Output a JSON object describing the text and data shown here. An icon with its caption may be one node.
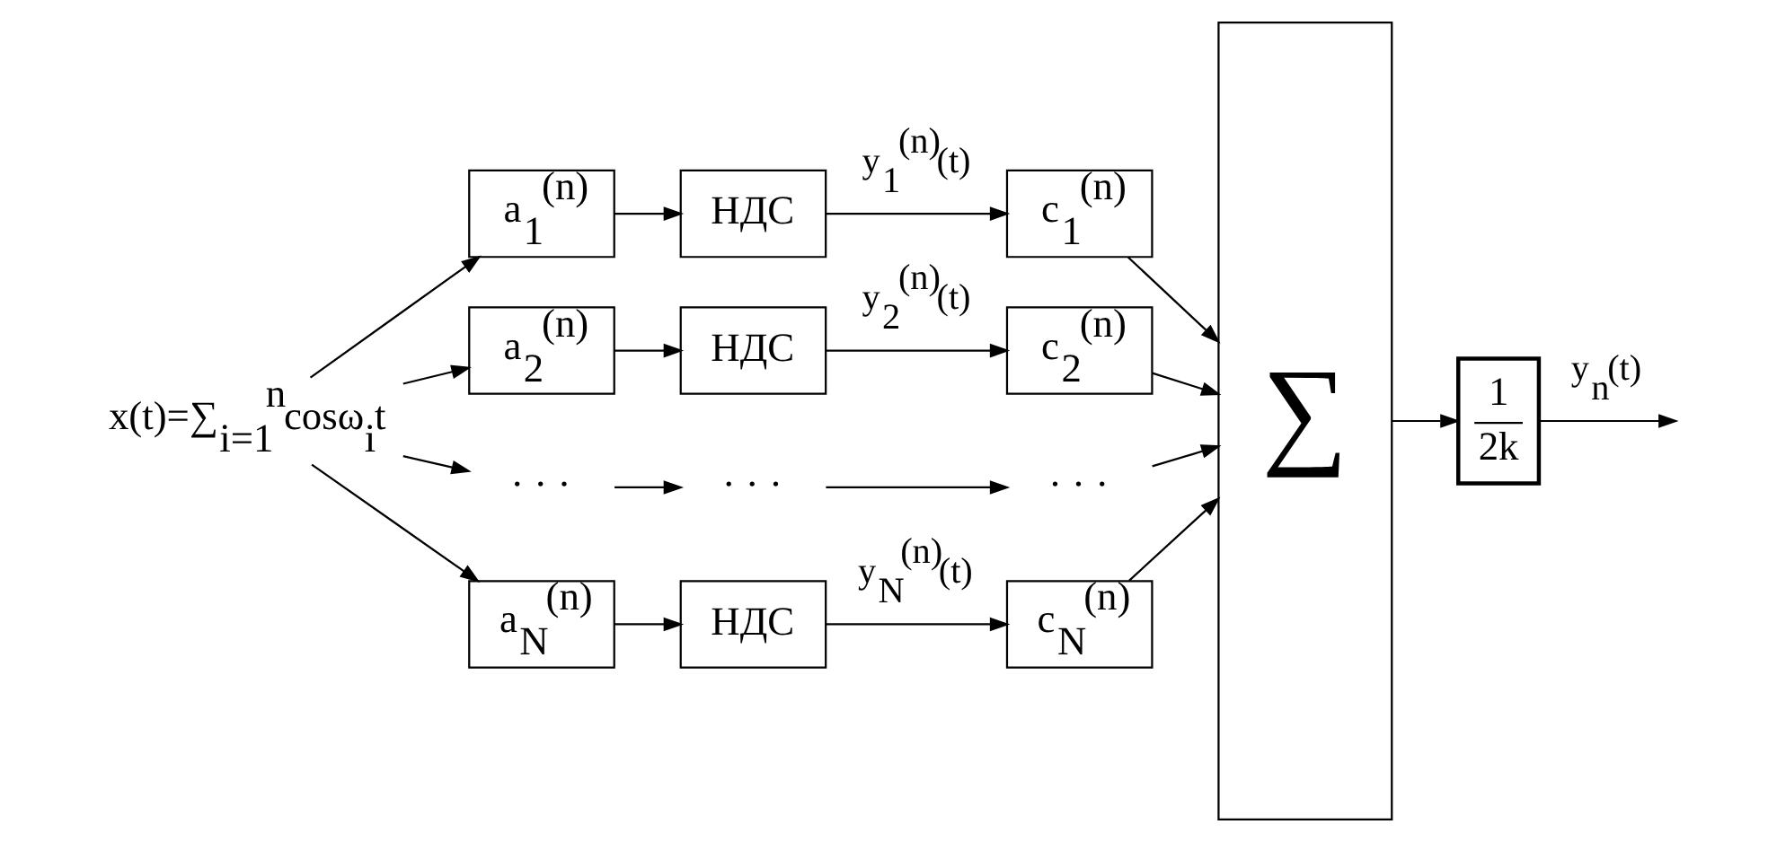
{
  "diagram": {
    "nodes": [
      {
        "text": [
          "x(t)=∑$_{i=1}$$^{n}$cosω$_{i}$t"
        ]
      },
      {
        "text": [
          "a$_{1}$$^{(n)}$"
        ]
      },
      {
        "text": [
          "НДС"
        ]
      },
      {
        "text": [
          "c$_{1}$$^{(n)}$"
        ]
      },
      {
        "text": [
          "a$_{2}$$^{(n)}$"
        ]
      },
      {
        "text": [
          "НДС"
        ]
      },
      {
        "text": [
          "c$_{2}$$^{(n)}$"
        ]
      },
      {
        "text": [
          "· · ·"
        ]
      },
      {
        "text": [
          "· · ·"
        ]
      },
      {
        "text": [
          "· · ·"
        ]
      },
      {
        "text": [
          "a$_{N}$$^{(n)}$"
        ]
      },
      {
        "text": [
          "НДС"
        ]
      },
      {
        "text": [
          "c$_{N}$$^{(n)}$"
        ]
      },
      {
        "text": [
          "∑"
        ]
      },
      {
        "text": [
          "1",
          "2k"
        ]
      }
    ],
    "edges": [
      {
        "from": 0,
        "to": 1,
        "arrow": "to"
      },
      {
        "from": 0,
        "to": 4,
        "arrow": "to"
      },
      {
        "from": 0,
        "to": 7,
        "arrow": "to"
      },
      {
        "from": 0,
        "to": 10,
        "arrow": "to"
      },
      {
        "from": 1,
        "to": 2,
        "arrow": "to"
      },
      {
        "from": 2,
        "to": 3,
        "arrow": "to",
        "label": "y$_{1}$$^{(n)}$(t)"
      },
      {
        "from": 3,
        "to": 13,
        "arrow": "to"
      },
      {
        "from": 4,
        "to": 5,
        "arrow": "to"
      },
      {
        "from": 5,
        "to": 6,
        "arrow": "to",
        "label": "y$_{2}$$^{(n)}$(t)"
      },
      {
        "from": 6,
        "to": 13,
        "arrow": "to"
      },
      {
        "from": 7,
        "to": 8,
        "arrow": "to"
      },
      {
        "from": 8,
        "to": 9,
        "arrow": "to"
      },
      {
        "from": 9,
        "to": 13,
        "arrow": "to"
      },
      {
        "from": 10,
        "to": 11,
        "arrow": "to"
      },
      {
        "from": 11,
        "to": 12,
        "arrow": "to",
        "label": "y$_{N}$$^{(n)}$(t)"
      },
      {
        "from": 12,
        "to": 13,
        "arrow": "to"
      },
      {
        "from": 13,
        "to": 14,
        "arrow": "to"
      },
      {
        "from": 14,
        "to": null,
        "arrow": "to",
        "label": "y$_{n}$(t)"
      }
    ]
  }
}
